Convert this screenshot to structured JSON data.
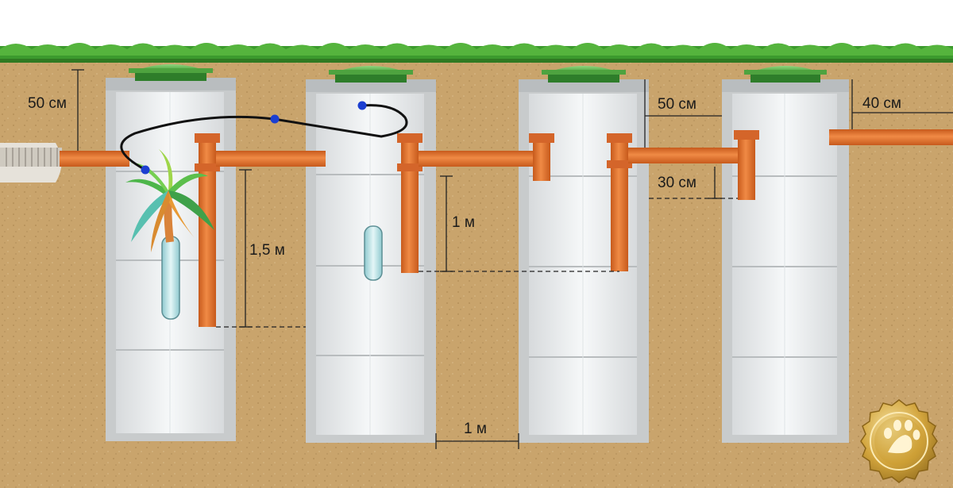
{
  "labels": {
    "depth_first_well": "50 см",
    "depth_third_well": "50 см",
    "depth_fourth_well": "40 см",
    "inlet_offset": "30 см",
    "pipe_depth_first": "1,5 м",
    "pipe_depth_second": "1 м",
    "well_spacing": "1 м"
  },
  "colors": {
    "soil": "#c9a46c",
    "grass": "#3c9a2e",
    "pipe": "#e0722d",
    "concrete": "#c8cbcc",
    "well_interior": "#eef1f3",
    "lid": "#59b34a",
    "cable": "#111111",
    "sensor_dot": "#1c3fd1",
    "seal": "#c99a2e"
  },
  "icons": [
    "palm-tree-icon",
    "paw-print-seal-icon"
  ]
}
